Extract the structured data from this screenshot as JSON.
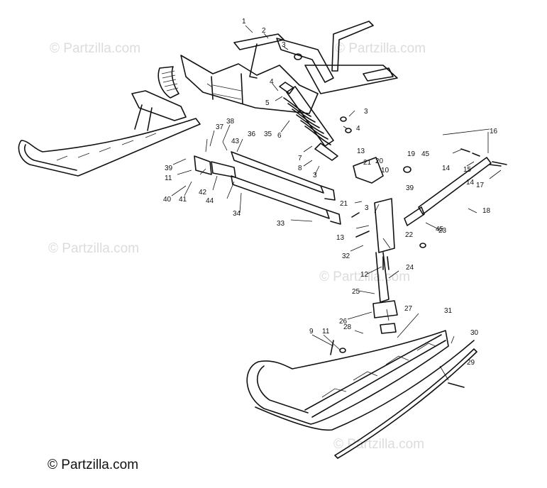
{
  "watermark": "© Partzilla.com",
  "copyright": "© Partzilla.com",
  "callouts": [
    {
      "id": "c1",
      "text": "1"
    },
    {
      "id": "c2",
      "text": "2"
    },
    {
      "id": "c3a",
      "text": "3"
    },
    {
      "id": "c4a",
      "text": "4"
    },
    {
      "id": "c5",
      "text": "5"
    },
    {
      "id": "c3b",
      "text": "3"
    },
    {
      "id": "c6",
      "text": "6"
    },
    {
      "id": "c4b",
      "text": "4"
    },
    {
      "id": "c7",
      "text": "7"
    },
    {
      "id": "c8",
      "text": "8"
    },
    {
      "id": "c3c",
      "text": "3"
    },
    {
      "id": "c13a",
      "text": "13"
    },
    {
      "id": "c21a",
      "text": "21"
    },
    {
      "id": "c20",
      "text": "20"
    },
    {
      "id": "c10",
      "text": "10"
    },
    {
      "id": "c19",
      "text": "19"
    },
    {
      "id": "c45a",
      "text": "45"
    },
    {
      "id": "c16",
      "text": "16"
    },
    {
      "id": "c14a",
      "text": "14"
    },
    {
      "id": "c15",
      "text": "15"
    },
    {
      "id": "c14b",
      "text": "14"
    },
    {
      "id": "c17",
      "text": "17"
    },
    {
      "id": "c18",
      "text": "18"
    },
    {
      "id": "c39",
      "text": "39"
    },
    {
      "id": "c21b",
      "text": "21"
    },
    {
      "id": "c3d",
      "text": "3"
    },
    {
      "id": "c23",
      "text": "23"
    },
    {
      "id": "c38",
      "text": "38"
    },
    {
      "id": "c37",
      "text": "37"
    },
    {
      "id": "c36",
      "text": "36"
    },
    {
      "id": "c35",
      "text": "35"
    },
    {
      "id": "c43",
      "text": "43"
    },
    {
      "id": "c39b",
      "text": "39"
    },
    {
      "id": "c11a",
      "text": "11"
    },
    {
      "id": "c40",
      "text": "40"
    },
    {
      "id": "c41",
      "text": "41"
    },
    {
      "id": "c42",
      "text": "42"
    },
    {
      "id": "c44",
      "text": "44"
    },
    {
      "id": "c34",
      "text": "34"
    },
    {
      "id": "c33",
      "text": "33"
    },
    {
      "id": "c13b",
      "text": "13"
    },
    {
      "id": "c22",
      "text": "22"
    },
    {
      "id": "c45b",
      "text": "45"
    },
    {
      "id": "c32",
      "text": "32"
    },
    {
      "id": "c12",
      "text": "12"
    },
    {
      "id": "c24",
      "text": "24"
    },
    {
      "id": "c25",
      "text": "25"
    },
    {
      "id": "c26",
      "text": "26"
    },
    {
      "id": "c28",
      "text": "28"
    },
    {
      "id": "c27",
      "text": "27"
    },
    {
      "id": "c31",
      "text": "31"
    },
    {
      "id": "c30",
      "text": "30"
    },
    {
      "id": "c9",
      "text": "9"
    },
    {
      "id": "c11b",
      "text": "11"
    },
    {
      "id": "c29",
      "text": "29"
    }
  ]
}
